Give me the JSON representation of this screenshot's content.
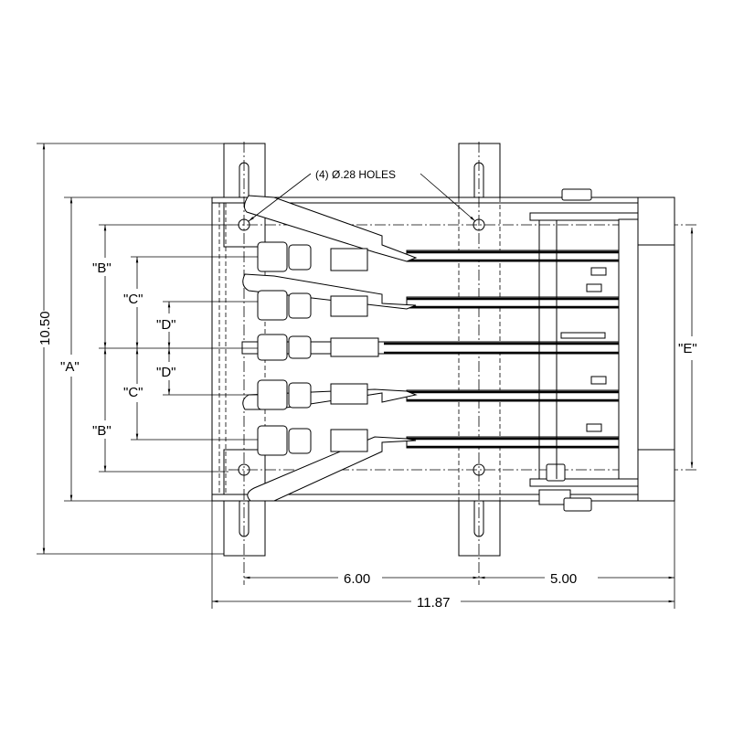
{
  "drawing": {
    "callout_holes": "(4) Ø.28 HOLES",
    "dimensions": {
      "overall_height": "10.50",
      "a": "\"A\"",
      "b_upper": "\"B\"",
      "b_lower": "\"B\"",
      "c_upper": "\"C\"",
      "c_lower": "\"C\"",
      "d_upper": "\"D\"",
      "d_lower": "\"D\"",
      "e": "\"E\"",
      "hole_spacing": "6.00",
      "hole_to_end": "5.00",
      "overall_length": "11.87"
    }
  }
}
